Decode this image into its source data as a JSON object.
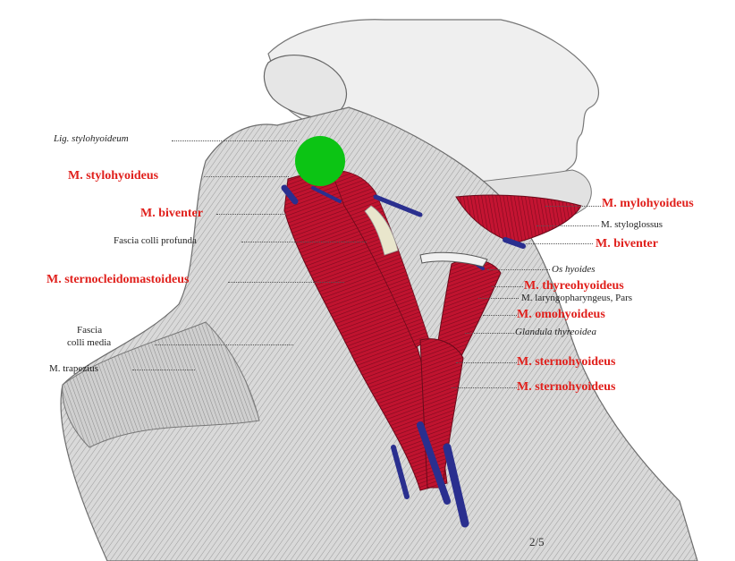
{
  "labels": {
    "lig_stylohyoideum": "Lig. stylohyoideum",
    "m_stylohyoideus": "M. stylohyoideus",
    "m_biventer_left": "M. biventer",
    "fascia_colli_profunda": "Fascia colli profunda",
    "m_sternocleidomastoideus": "M. sternocleidomastoideus",
    "fascia_line1": "Fascia",
    "fascia_line2": "colli media",
    "m_trapezius": "M. trapezius",
    "m_mylohyoideus": "M. mylohyoideus",
    "m_styloglossus": "M. styloglossus",
    "m_biventer_right": "M. biventer",
    "os_hyoides": "Os hyoides",
    "m_thyreohyoideus": "M. thyreohyoideus",
    "m_laryngopharyngeus": "M. laryngopharyngeus, Pars",
    "m_omohyoideus": "M. omohyoideus",
    "glandula_thyreoidea": "Glandula thyreoidea",
    "m_sternohyoideus_1": "M. sternohyoideus",
    "m_sternohyoideus_2": "M. sternohyoideus",
    "page_fraction": "2/5"
  },
  "colors": {
    "label_red": "#e0201c",
    "label_black": "#222222",
    "muscle_red": "#b8102e",
    "tendon_blue": "#2a2f8f",
    "marker_green": "#0cc414"
  }
}
